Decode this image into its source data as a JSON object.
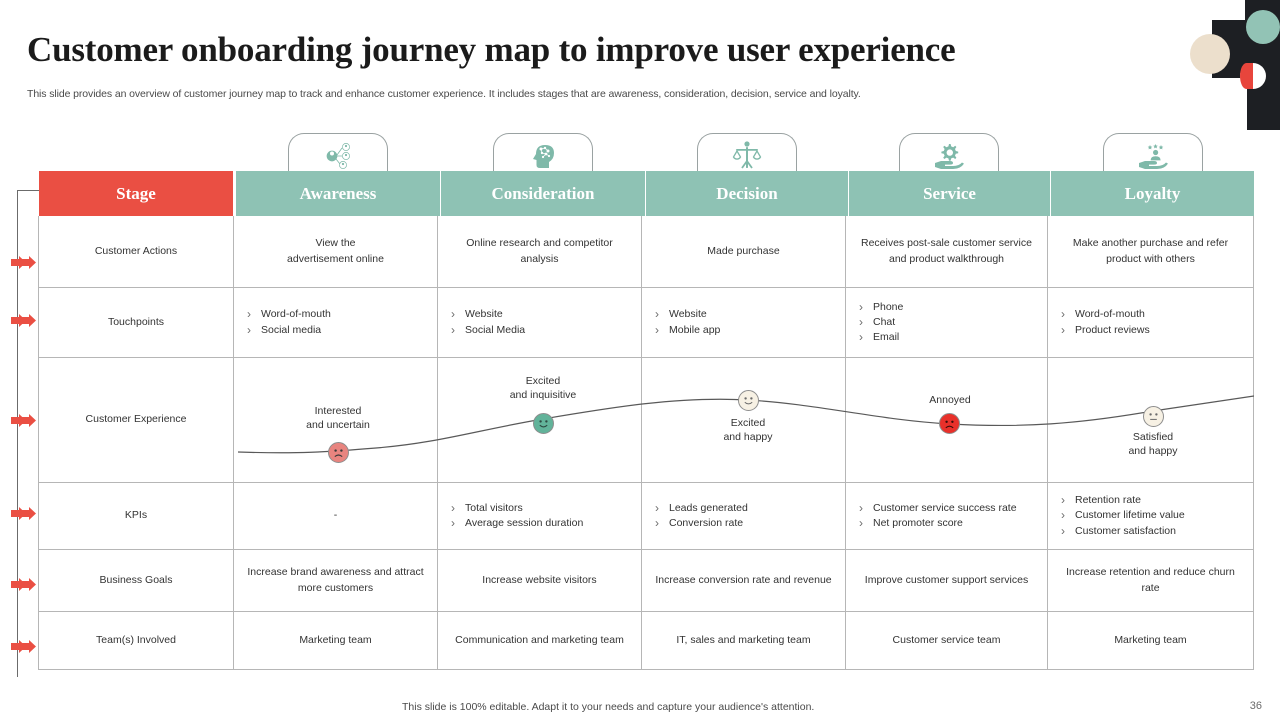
{
  "slide": {
    "title": "Customer onboarding journey map to improve user experience",
    "subtitle": "This slide provides an overview of customer journey map to track and enhance customer experience. It includes stages that are awareness, consideration, decision, service and loyalty.",
    "footnote": "This slide is 100% editable. Adapt it to your needs and capture your audience's attention.",
    "page_number": "36"
  },
  "colors": {
    "accent_red": "#ea4f43",
    "accent_teal": "#8ec2b4",
    "dark": "#1d1f23",
    "cream": "#ecdfcc",
    "text": "#333333"
  },
  "header": {
    "columns": [
      {
        "label": "Stage",
        "style": "red",
        "icon": null
      },
      {
        "label": "Awareness",
        "style": "teal",
        "icon": "network-people-icon"
      },
      {
        "label": "Consideration",
        "style": "teal",
        "icon": "head-thinking-icon"
      },
      {
        "label": "Decision",
        "style": "teal",
        "icon": "balance-scale-person-icon"
      },
      {
        "label": "Service",
        "style": "teal",
        "icon": "gear-in-hand-icon"
      },
      {
        "label": "Loyalty",
        "style": "teal",
        "icon": "person-in-hand-stars-icon"
      }
    ]
  },
  "rows": [
    {
      "label": "Customer Actions",
      "type": "text",
      "cells": [
        "View the\nadvertisement online",
        "Online research and competitor analysis",
        "Made purchase",
        "Receives post-sale customer service and product walkthrough",
        "Make another purchase and refer product with others"
      ]
    },
    {
      "label": "Touchpoints",
      "type": "bullets",
      "cells": [
        [
          "Word-of-mouth",
          "Social media"
        ],
        [
          "Website",
          "Social Media"
        ],
        [
          "Website",
          "Mobile app"
        ],
        [
          "Phone",
          "Chat",
          "Email"
        ],
        [
          "Word-of-mouth",
          "Product reviews"
        ]
      ]
    },
    {
      "label": "Customer Experience",
      "type": "experience",
      "points": [
        {
          "label": "Interested\nand uncertain",
          "mood": "unhappy",
          "color": "#e8847f",
          "label_position": "above"
        },
        {
          "label": "Excited\nand inquisitive",
          "mood": "happy",
          "color": "#62b39a",
          "label_position": "above"
        },
        {
          "label": "Excited\nand happy",
          "mood": "happy",
          "color": "#f7f1e4",
          "label_position": "below"
        },
        {
          "label": "Annoyed",
          "mood": "angry",
          "color": "#e8302a",
          "label_position": "above"
        },
        {
          "label": "Satisfied\nand happy",
          "mood": "neutral",
          "color": "#f7f1e4",
          "label_position": "below"
        }
      ]
    },
    {
      "label": "KPIs",
      "type": "bullets",
      "cells": [
        [
          "-"
        ],
        [
          "Total visitors",
          "Average session duration"
        ],
        [
          "Leads generated",
          "Conversion rate"
        ],
        [
          "Customer service success rate",
          "Net promoter score"
        ],
        [
          "Retention rate",
          "Customer lifetime value",
          "Customer satisfaction"
        ]
      ]
    },
    {
      "label": "Business Goals",
      "type": "text",
      "cells": [
        "Increase brand awareness and attract more customers",
        "Increase website visitors",
        "Increase conversion rate and revenue",
        "Improve customer support services",
        "Increase retention and reduce churn rate"
      ]
    },
    {
      "label": "Team(s) Involved",
      "type": "text",
      "cells": [
        "Marketing team",
        "Communication and marketing team",
        "IT, sales and marketing team",
        "Customer service team",
        "Marketing team"
      ]
    }
  ]
}
